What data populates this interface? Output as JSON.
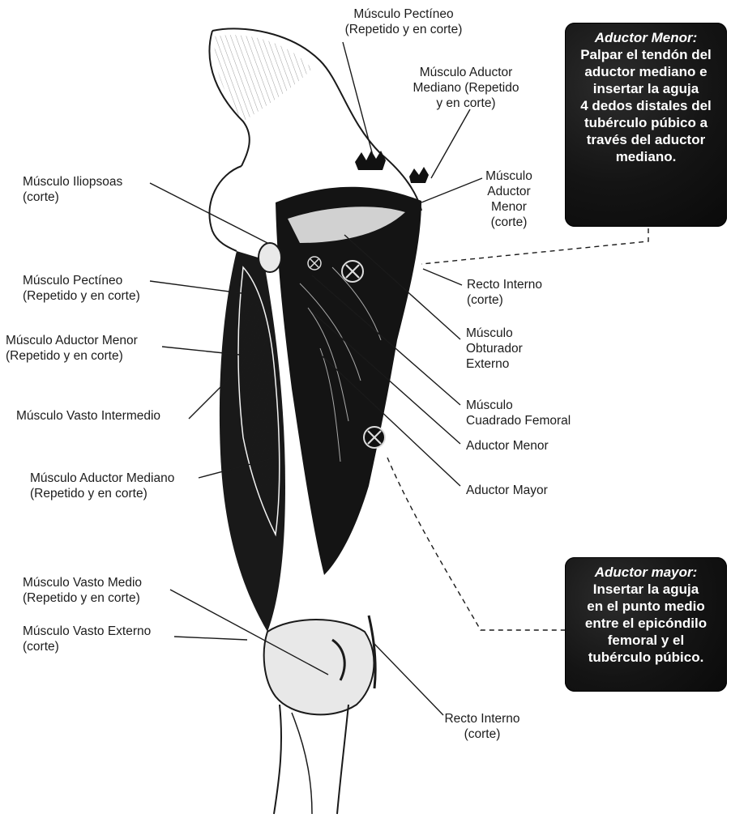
{
  "labels": {
    "pectineo_top": "Músculo Pectíneo\n(Repetido y en corte)",
    "aductor_mediano_top": "Músculo Aductor\nMediano (Repetido\ny en corte)",
    "aductor_menor_corte": "Músculo\nAductor\nMenor\n(corte)",
    "iliopsoas": "Músculo Iliopsoas\n(corte)",
    "pectineo_left": "Músculo Pectíneo\n(Repetido y en corte)",
    "aductor_menor_left": "Músculo Aductor Menor\n(Repetido y en corte)",
    "vasto_intermedio": "Músculo Vasto Intermedio",
    "aductor_mediano_left": "Músculo Aductor Mediano\n(Repetido y en corte)",
    "vasto_medio": "Músculo Vasto Medio\n(Repetido y en corte)",
    "vasto_externo": "Músculo Vasto Externo\n(corte)",
    "recto_interno_top": "Recto Interno\n(corte)",
    "obturador_externo": "Músculo\nObturador\nExterno",
    "cuadrado_femoral": "Músculo\nCuadrado Femoral",
    "aductor_menor_right": "Aductor Menor",
    "aductor_mayor_right": "Aductor Mayor",
    "recto_interno_bottom": "Recto Interno\n(corte)"
  },
  "notes": {
    "aductor_menor": {
      "title": "Aductor Menor:",
      "body": "Palpar el tendón del\naductor mediano e\ninsertar la aguja\n4 dedos distales del\ntubérculo púbico a\ntravés del aductor\nmediano."
    },
    "aductor_mayor": {
      "title": "Aductor mayor:",
      "body": "Insertar la aguja\nen el punto medio\nentre el epicóndilo\nfemoral y el\ntubérculo púbico."
    }
  },
  "colors": {
    "ink": "#1a1a1a",
    "muscle_dark": "#121212",
    "note_bg": "#161616"
  }
}
